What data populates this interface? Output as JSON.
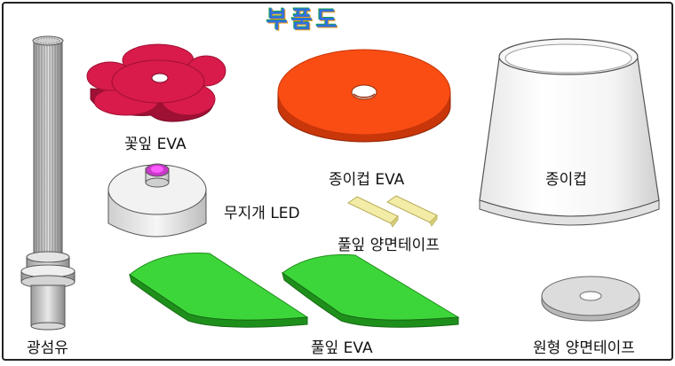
{
  "title": "부품도",
  "colors": {
    "petal": "#d81b4a",
    "petal_side": "#9e1034",
    "cup_eva": "#fa4d14",
    "cup_eva_side": "#c8360a",
    "leaf": "#3dd63a",
    "leaf_side": "#1f8f1c",
    "tape": "#f2eca6",
    "led_light": "#e040e0"
  },
  "parts": {
    "optical_fiber": {
      "label": "광섬유",
      "icon": "fiber-bundle-icon"
    },
    "petal_eva": {
      "label": "꽃잎 EVA",
      "icon": "flower-petal-icon"
    },
    "rainbow_led": {
      "label": "무지개 LED",
      "icon": "led-icon"
    },
    "cup_eva": {
      "label": "종이컵 EVA",
      "icon": "cup-eva-disc-icon"
    },
    "leaf_tape": {
      "label": "풀잎 양면테이프",
      "icon": "tape-strip-icon"
    },
    "paper_cup": {
      "label": "종이컵",
      "icon": "paper-cup-icon"
    },
    "leaf_eva": {
      "label": "풀잎 EVA",
      "icon": "leaf-icon"
    },
    "round_tape": {
      "label": "원형 양면테이프",
      "icon": "ring-tape-icon"
    }
  }
}
